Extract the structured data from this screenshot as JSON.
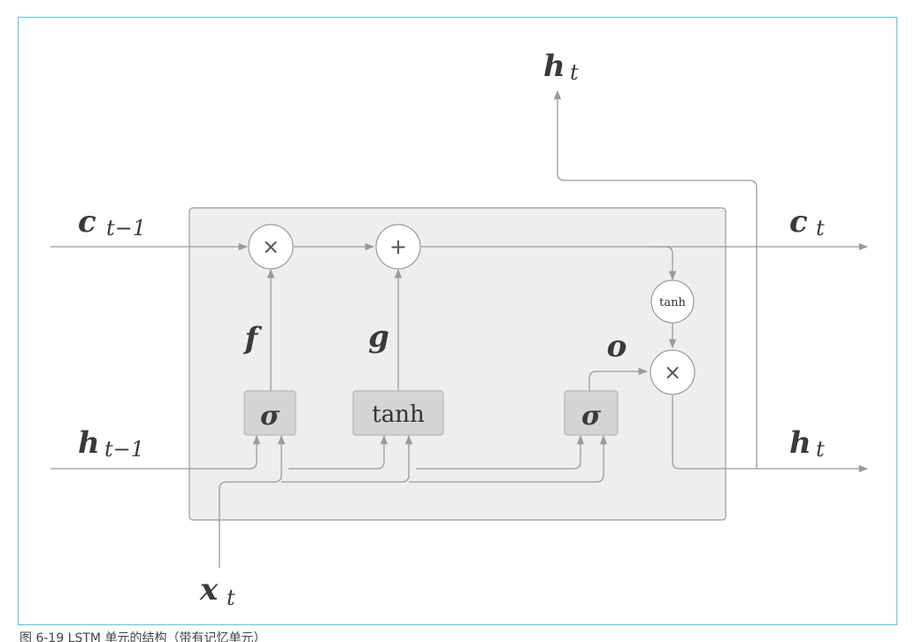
{
  "colors": {
    "frame_border": "#5fc4d8",
    "line": "#9a9a9a",
    "block_fill": "#eeeeee",
    "block_border": "#999999",
    "gate_fill": "#d4d4d4",
    "node_fill": "#ffffff",
    "text": "#3a3a3a"
  },
  "labels": {
    "c_prev": {
      "main": "c",
      "sub": "t−1"
    },
    "c_next": {
      "main": "c",
      "sub": "t"
    },
    "h_prev": {
      "main": "h",
      "sub": "t−1"
    },
    "h_next": {
      "main": "h",
      "sub": "t"
    },
    "h_top": {
      "main": "h",
      "sub": "t"
    },
    "x_in": {
      "main": "x",
      "sub": "t"
    },
    "f": "f",
    "g": "g",
    "o": "o"
  },
  "gates": {
    "forget": "σ",
    "candidate": "tanh",
    "output": "σ"
  },
  "ops": {
    "mul": "×",
    "add": "+",
    "tanh": "tanh"
  },
  "caption": "图 6-19 LSTM 单元的结构（带有记忆单元）"
}
